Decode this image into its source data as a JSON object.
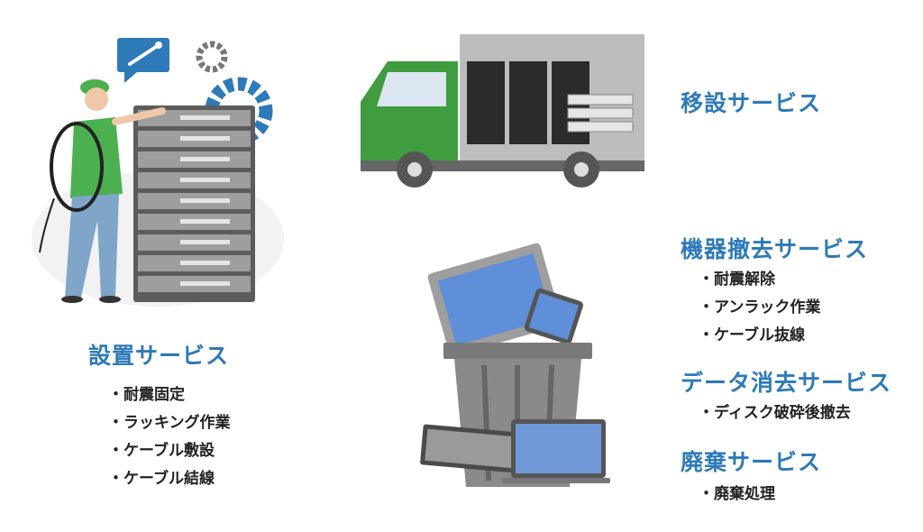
{
  "services": {
    "installation": {
      "title": "設置サービス",
      "items": [
        "・耐震固定",
        "・ラッキング作業",
        "・ケーブル敷設",
        "・ケーブル結線"
      ]
    },
    "relocation": {
      "title": "移設サービス"
    },
    "removal": {
      "title": "機器撤去サービス",
      "items": [
        "・耐震解除",
        "・アンラック作業",
        "・ケーブル抜線"
      ]
    },
    "data_erasure": {
      "title": "データ消去サービス",
      "items": [
        "・ディスク破砕後撤去"
      ]
    },
    "disposal": {
      "title": "廃棄サービス",
      "items": [
        "・廃棄処理"
      ]
    }
  },
  "illustrations": {
    "technician": {
      "icons": [
        "wrench-icon",
        "gear-icon"
      ],
      "accent": "#2e7ab8",
      "uniform": "#4caf50"
    },
    "truck": {
      "cab_color": "#3f9c3f",
      "cargo_color": "#bdbdbd"
    },
    "trash_bin": {
      "bin_color": "#8a8a8a",
      "screen_color": "#5f8fd8"
    }
  }
}
